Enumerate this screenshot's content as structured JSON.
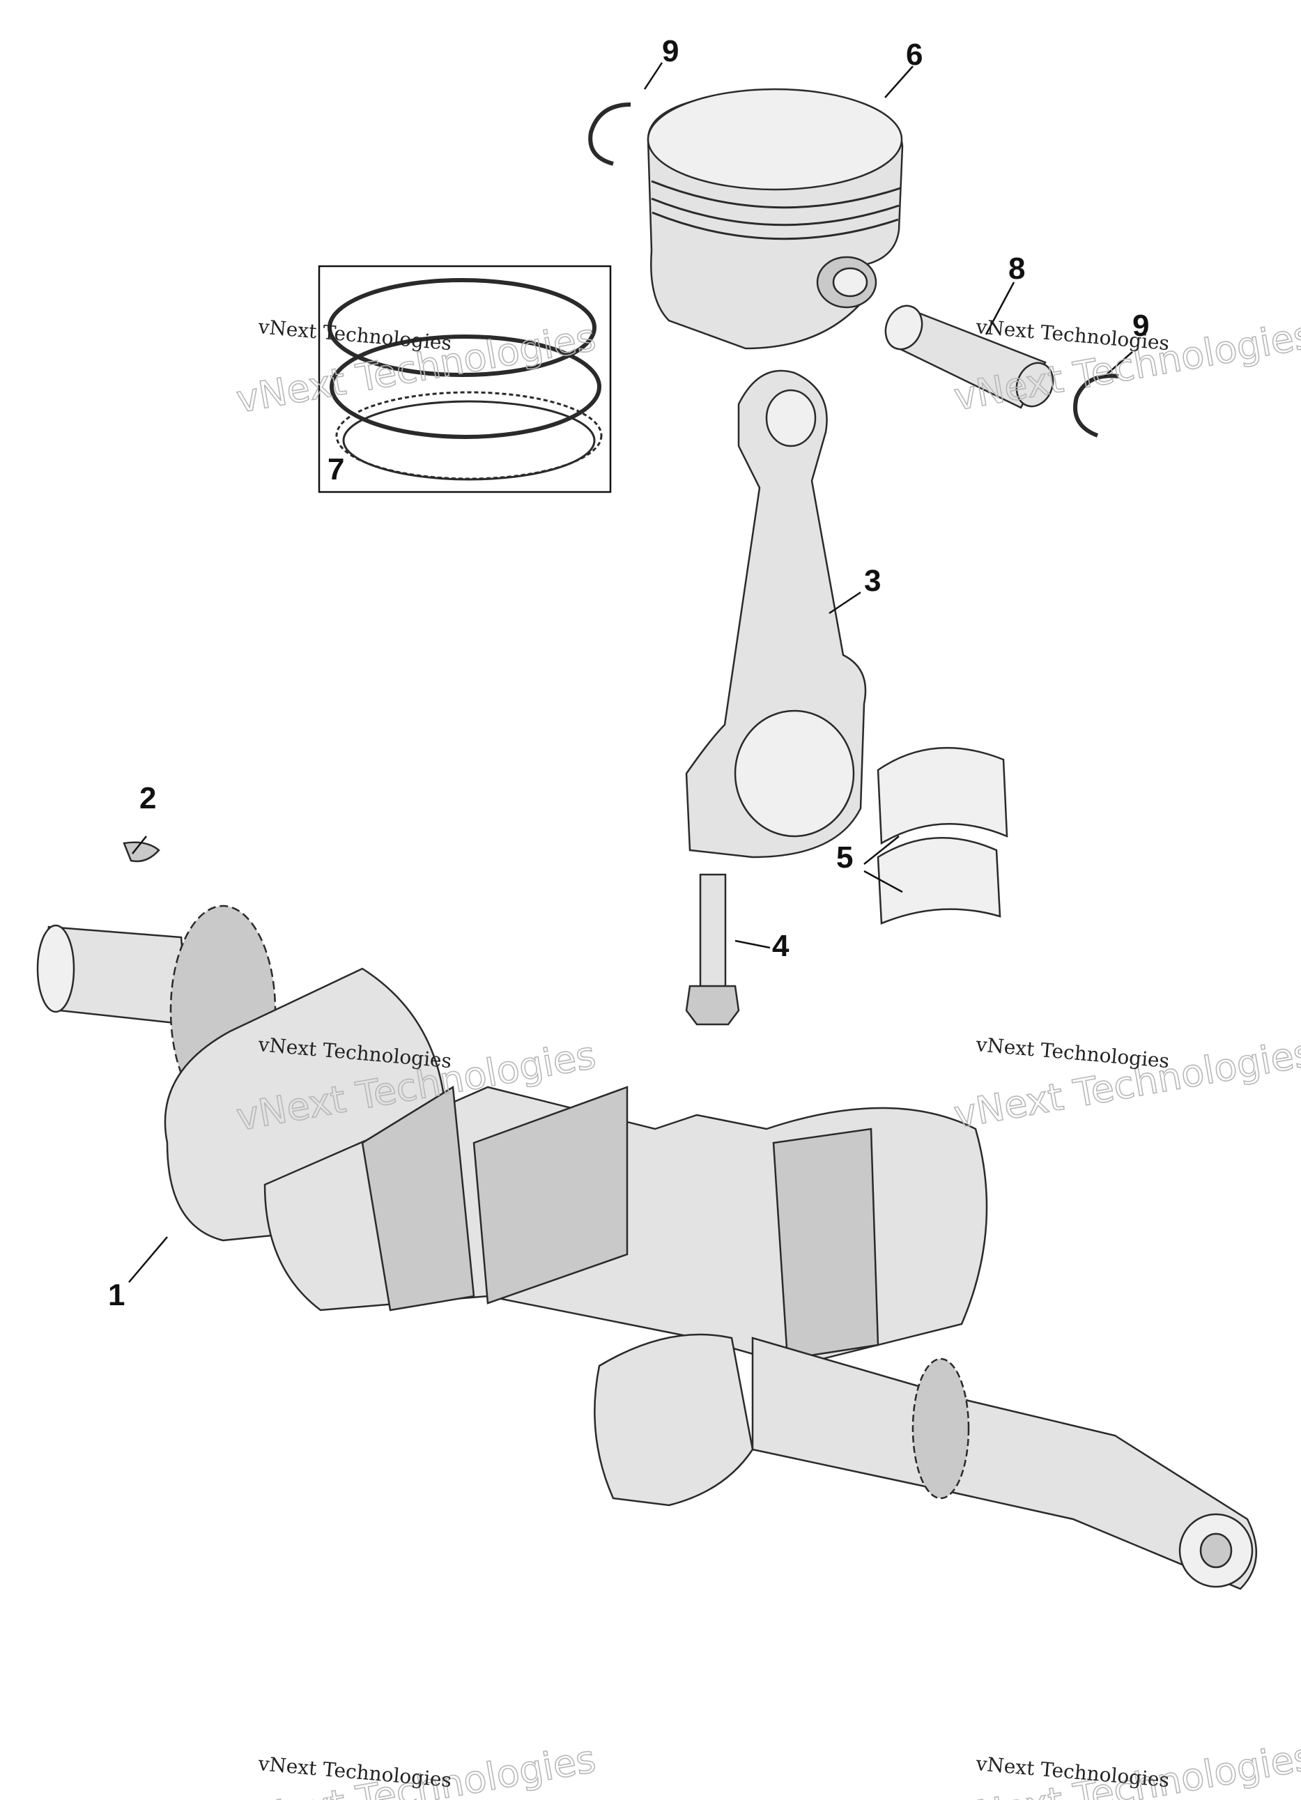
{
  "callouts": {
    "c1": "1",
    "c2": "2",
    "c3": "3",
    "c4": "4",
    "c5": "5",
    "c6": "6",
    "c7": "7",
    "c8": "8",
    "c9a": "9",
    "c9b": "9"
  },
  "watermark": {
    "logo_text": "vNext Technologies",
    "caption": "vNext Technologies"
  }
}
